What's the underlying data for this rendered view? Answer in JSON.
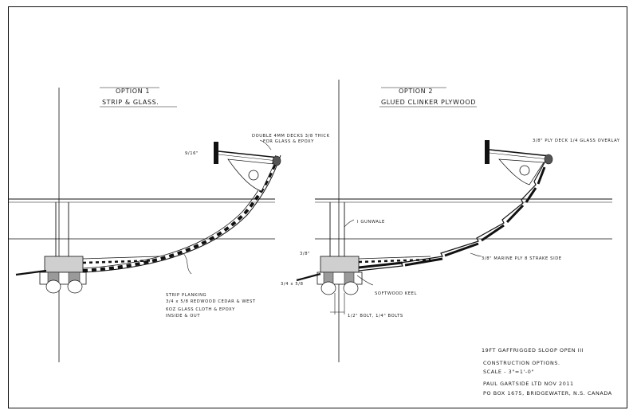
{
  "option1": {
    "title_line1": "OPTION 1",
    "title_line2": "STRIP & GLASS.",
    "note_deck": "DOUBLE 4MM DECKS 3/8 THICK",
    "note_deck2": "FOR GLASS & EPOXY",
    "note_dim": "9/16\"",
    "note_hull1": "STRIP PLANKING",
    "note_hull2": "3/4 x 5/8 REDWOOD CEDAR & WEST",
    "note_hull3": "6OZ GLASS CLOTH & EPOXY",
    "note_hull4": "INSIDE & OUT"
  },
  "option2": {
    "title_line1": "OPTION 2",
    "title_line2": "GLUED CLINKER PLYWOOD",
    "note_deck": "3/8\" PLY DECK 1/4 GLASS OVERLAY",
    "note_gunwale": "I GUNWALE",
    "note_dim1": "3/8\"",
    "note_dim2": "3/4 x 5/8",
    "note_plank": "3/8\" MARINE PLY 8 STRAKE SIDE",
    "note_keel": "SOFTWOOD KEEL",
    "note_bolt": "1/2\" BOLT, 1/4\" BOLTS"
  },
  "title_block": {
    "line1": "19FT GAFFRIGGED SLOOP OPEN III",
    "line2": "CONSTRUCTION OPTIONS.",
    "line3": "SCALE - 3\"=1'-0\"",
    "line4": "PAUL GARTSIDE LTD    NOV 2011",
    "line5": "PO BOX 1675, BRIDGEWATER, N.S. CANADA"
  }
}
